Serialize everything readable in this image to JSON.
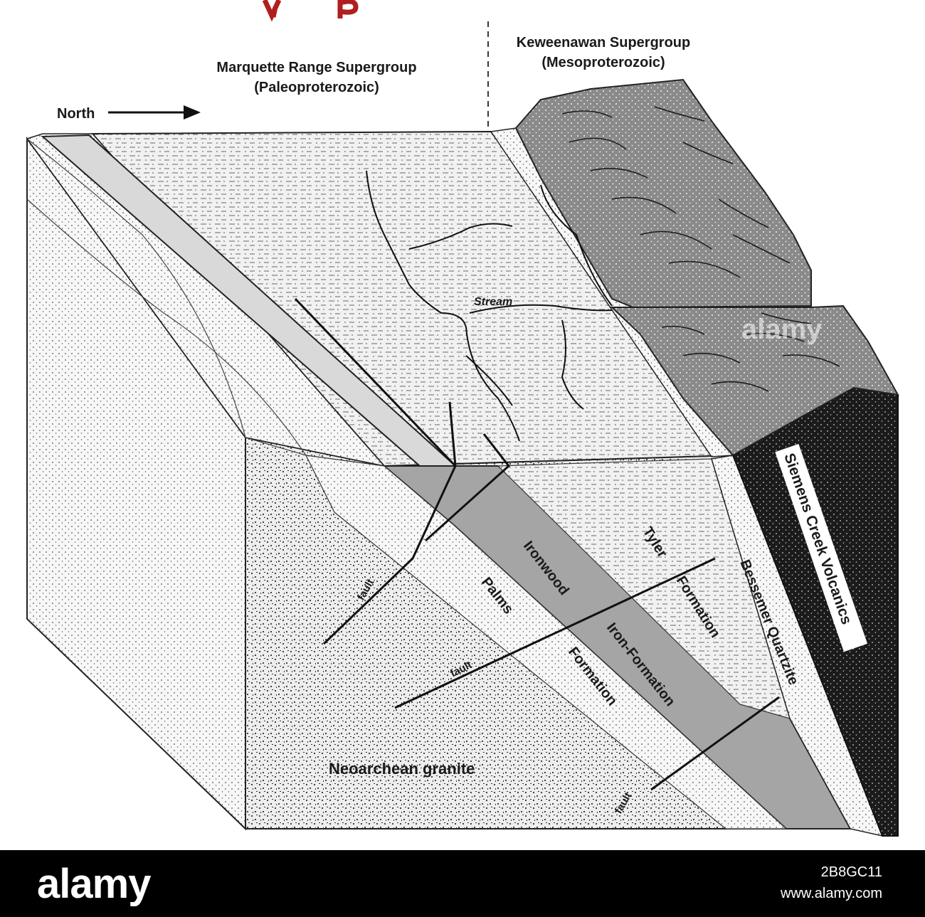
{
  "diagram": {
    "header_left": {
      "line1": "Marquette Range Supergroup",
      "line2": "(Paleoproterozoic)"
    },
    "header_right": {
      "line1": "Keweenawan Supergroup",
      "line2": "(Mesoproterozoic)"
    },
    "north_label": "North",
    "stream_label": "Stream",
    "fault_label": "fault",
    "units": {
      "granite": "Neoarchean granite",
      "palms": "Palms",
      "palms_formation": "Formation",
      "ironwood": "Ironwood",
      "iron_formation": "Iron-Formation",
      "tyler": "Tyler",
      "tyler_formation": "Formation",
      "bessemer": "Bessemer Quartzite",
      "siemens": "Siemens Creek Volcanics"
    },
    "watermark": "alamy"
  },
  "banner": {
    "logo": "alamy",
    "image_id": "2B8GC11",
    "url": "www.alamy.com"
  },
  "colors": {
    "iron_formation": "#a5a5a5",
    "iron_top": "#d9d9d9",
    "volcanics": "#1b1b1b",
    "keweenawan_hills": "#8f8f8f"
  }
}
